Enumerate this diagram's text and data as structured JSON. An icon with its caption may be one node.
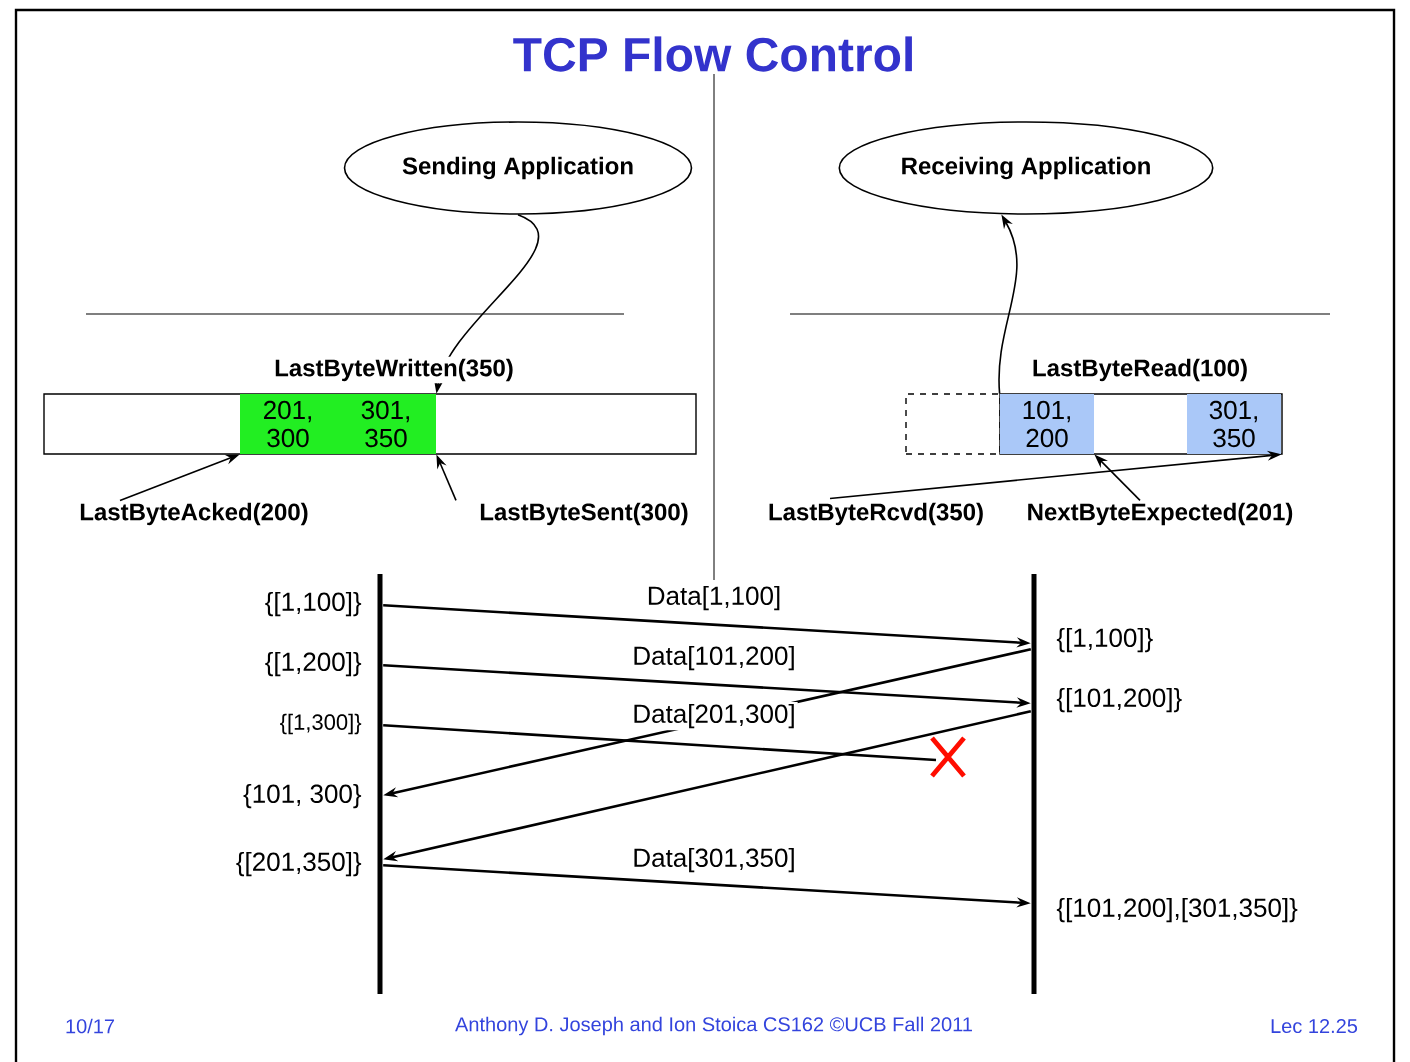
{
  "diagram": {
    "title": "TCP Flow Control",
    "nodes": [
      {
        "text": [
          "Sending Application"
        ]
      },
      {
        "text": [
          "Receiving Application"
        ]
      },
      {
        "text": [],
        "shape": "box"
      },
      {
        "text": [
          "201, 300"
        ],
        "in": 2
      },
      {
        "text": [
          "301, 350"
        ],
        "in": 2
      },
      {
        "text": [],
        "shape": "box"
      },
      {
        "text": [],
        "shape": "box"
      },
      {
        "text": [
          "101, 200"
        ],
        "in": 6
      },
      {
        "text": [
          "301, 350"
        ],
        "in": 6
      },
      {
        "text": [
          "LastByteAcked(200)"
        ]
      },
      {
        "text": [
          "LastByteSent(300)"
        ]
      },
      {
        "text": [
          "LastByteRcvd(350)"
        ]
      },
      {
        "text": [
          "NextByteExpected(201)"
        ]
      },
      {
        "text": [],
        "shape": "bar"
      },
      {
        "text": [],
        "shape": "bar"
      }
    ],
    "edges": [
      {
        "from": 0,
        "to": 4,
        "arrow": "to"
      },
      {
        "from": 7,
        "to": 1,
        "arrow": "to"
      },
      {
        "from": 9,
        "to": 3,
        "arrow": "to"
      },
      {
        "from": 10,
        "to": 4,
        "arrow": "to"
      },
      {
        "from": 11,
        "to": 8,
        "arrow": "to"
      },
      {
        "from": 12,
        "to": 7,
        "arrow": "to"
      },
      {
        "from": 13,
        "to": 14,
        "arrow": "to",
        "label": "Data[1,100]"
      },
      {
        "from": 13,
        "to": 14,
        "arrow": "to",
        "label": "Data[101,200]"
      },
      {
        "from": 13,
        "to": null,
        "arrow": "none",
        "label": "Data[201,300]"
      },
      {
        "from": 14,
        "to": 13,
        "arrow": "to"
      },
      {
        "from": 14,
        "to": 13,
        "arrow": "to"
      },
      {
        "from": 13,
        "to": 14,
        "arrow": "to",
        "label": "Data[301,350]"
      }
    ],
    "labels": [
      "LastByteWritten(350)",
      "LastByteRead(100)",
      "{[1,100]}",
      "{[1,200]}",
      "{[1,100]}",
      "{[101,200]}",
      "{[1,300]}",
      "{101, 300}",
      "{[201,350]}",
      "{[101,200],[301,350]}",
      "10/17",
      "Anthony D. Joseph and Ion Stoica CS162 ©UCB Fall 2011",
      "Lec 12.25"
    ]
  }
}
